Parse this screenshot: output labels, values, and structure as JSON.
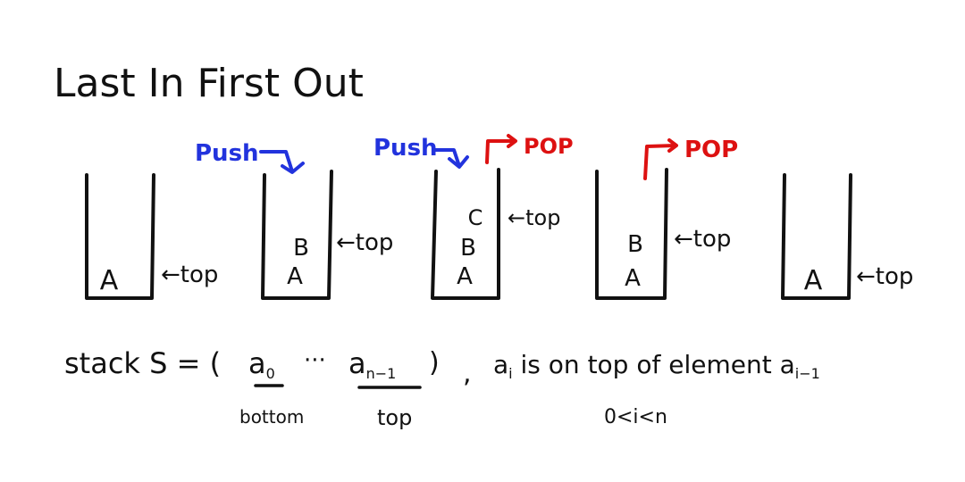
{
  "title": "Last In First Out",
  "colors": {
    "ink": "#111111",
    "push": "#2233dd",
    "pop": "#dd1111"
  },
  "stacks": [
    {
      "items": [
        "A"
      ],
      "top_label": "←top"
    },
    {
      "items": [
        "A",
        "B"
      ],
      "top_label": "←top",
      "op": {
        "push": "Push"
      }
    },
    {
      "items": [
        "A",
        "B",
        "C"
      ],
      "top_label": "←top",
      "op": {
        "push": "Push",
        "pop": "POP"
      }
    },
    {
      "items": [
        "A",
        "B"
      ],
      "top_label": "←top",
      "op": {
        "pop": "POP"
      }
    },
    {
      "items": [
        "A"
      ],
      "top_label": "←top"
    }
  ],
  "formula": {
    "lhs": "stack S = (",
    "a0": "a",
    "a0_sub": "0",
    "dots": "···",
    "an": "a",
    "an_sub": "n−1",
    "close": ")",
    "comma": ",",
    "desc_a": "a",
    "desc_a_sub": "i",
    "desc_text": " is on top of element ",
    "desc_b": "a",
    "desc_b_sub": "i−1",
    "bottom_label": "bottom",
    "top_label": "top",
    "condition": "0<i<n"
  }
}
